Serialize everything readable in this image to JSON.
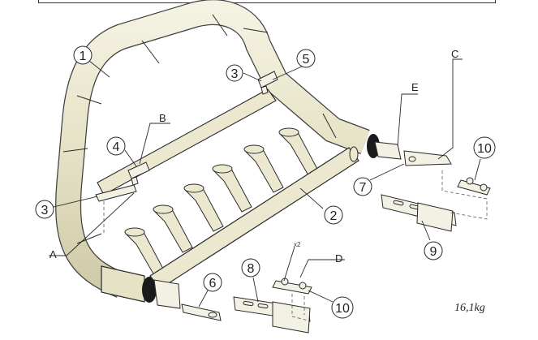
{
  "diagram": {
    "weight_label": "16,1kg",
    "quantity_label": "x2",
    "callouts": [
      {
        "id": "c1",
        "label": "1"
      },
      {
        "id": "c2",
        "label": "2"
      },
      {
        "id": "c3a",
        "label": "3"
      },
      {
        "id": "c3b",
        "label": "3"
      },
      {
        "id": "c4",
        "label": "4"
      },
      {
        "id": "c5",
        "label": "5"
      },
      {
        "id": "c6",
        "label": "6"
      },
      {
        "id": "c7",
        "label": "7"
      },
      {
        "id": "c8",
        "label": "8"
      },
      {
        "id": "c9",
        "label": "9"
      },
      {
        "id": "c10a",
        "label": "10"
      },
      {
        "id": "c10b",
        "label": "10"
      }
    ],
    "letters": [
      {
        "id": "lA",
        "label": "A"
      },
      {
        "id": "lB",
        "label": "B"
      },
      {
        "id": "lC",
        "label": "C"
      },
      {
        "id": "lD",
        "label": "D"
      },
      {
        "id": "lE",
        "label": "E"
      }
    ],
    "colors": {
      "tube_fill": "#ebe8cf",
      "tube_shade": "#d6d2b2",
      "line": "#2a2a2a",
      "end_cap": "#1a1a1a"
    }
  }
}
